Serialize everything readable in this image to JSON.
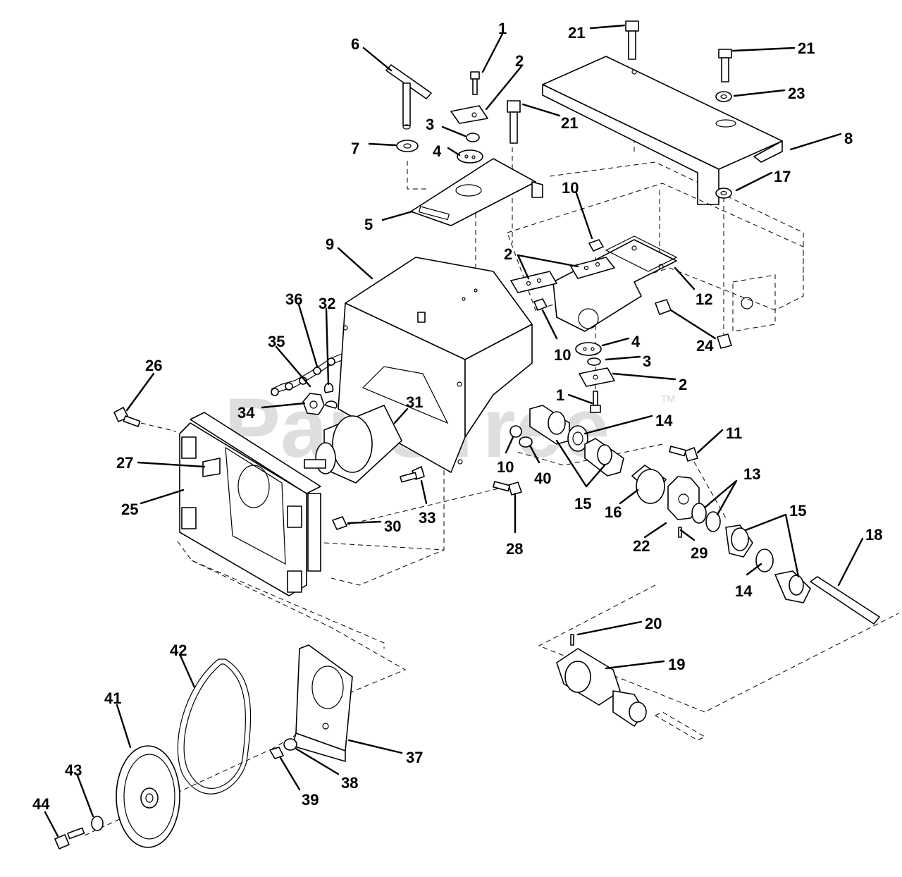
{
  "watermark": {
    "text": "PartsTree",
    "trademark": "TM"
  },
  "callouts": [
    {
      "id": "c1a",
      "label": "1"
    },
    {
      "id": "c2a",
      "label": "2"
    },
    {
      "id": "c3a",
      "label": "3"
    },
    {
      "id": "c4a",
      "label": "4"
    },
    {
      "id": "c5",
      "label": "5"
    },
    {
      "id": "c6",
      "label": "6"
    },
    {
      "id": "c7",
      "label": "7"
    },
    {
      "id": "c8",
      "label": "8"
    },
    {
      "id": "c9",
      "label": "9"
    },
    {
      "id": "c10a",
      "label": "10"
    },
    {
      "id": "c10b",
      "label": "10"
    },
    {
      "id": "c10c",
      "label": "10"
    },
    {
      "id": "c11",
      "label": "11"
    },
    {
      "id": "c12",
      "label": "12"
    },
    {
      "id": "c13",
      "label": "13"
    },
    {
      "id": "c14a",
      "label": "14"
    },
    {
      "id": "c14b",
      "label": "14"
    },
    {
      "id": "c15a",
      "label": "15"
    },
    {
      "id": "c15b",
      "label": "15"
    },
    {
      "id": "c16",
      "label": "16"
    },
    {
      "id": "c17",
      "label": "17"
    },
    {
      "id": "c18",
      "label": "18"
    },
    {
      "id": "c19",
      "label": "19"
    },
    {
      "id": "c20",
      "label": "20"
    },
    {
      "id": "c21a",
      "label": "21"
    },
    {
      "id": "c21b",
      "label": "21"
    },
    {
      "id": "c21c",
      "label": "21"
    },
    {
      "id": "c22",
      "label": "22"
    },
    {
      "id": "c23",
      "label": "23"
    },
    {
      "id": "c24",
      "label": "24"
    },
    {
      "id": "c2b",
      "label": "2"
    },
    {
      "id": "c2c",
      "label": "2"
    },
    {
      "id": "c3b",
      "label": "3"
    },
    {
      "id": "c4b",
      "label": "4"
    },
    {
      "id": "c1b",
      "label": "1"
    },
    {
      "id": "c25",
      "label": "25"
    },
    {
      "id": "c26",
      "label": "26"
    },
    {
      "id": "c27",
      "label": "27"
    },
    {
      "id": "c28",
      "label": "28"
    },
    {
      "id": "c29",
      "label": "29"
    },
    {
      "id": "c30",
      "label": "30"
    },
    {
      "id": "c31",
      "label": "31"
    },
    {
      "id": "c32",
      "label": "32"
    },
    {
      "id": "c33",
      "label": "33"
    },
    {
      "id": "c34",
      "label": "34"
    },
    {
      "id": "c35",
      "label": "35"
    },
    {
      "id": "c36",
      "label": "36"
    },
    {
      "id": "c37",
      "label": "37"
    },
    {
      "id": "c38",
      "label": "38"
    },
    {
      "id": "c39",
      "label": "39"
    },
    {
      "id": "c40",
      "label": "40"
    },
    {
      "id": "c41",
      "label": "41"
    },
    {
      "id": "c42",
      "label": "42"
    },
    {
      "id": "c43",
      "label": "43"
    },
    {
      "id": "c44",
      "label": "44"
    }
  ]
}
